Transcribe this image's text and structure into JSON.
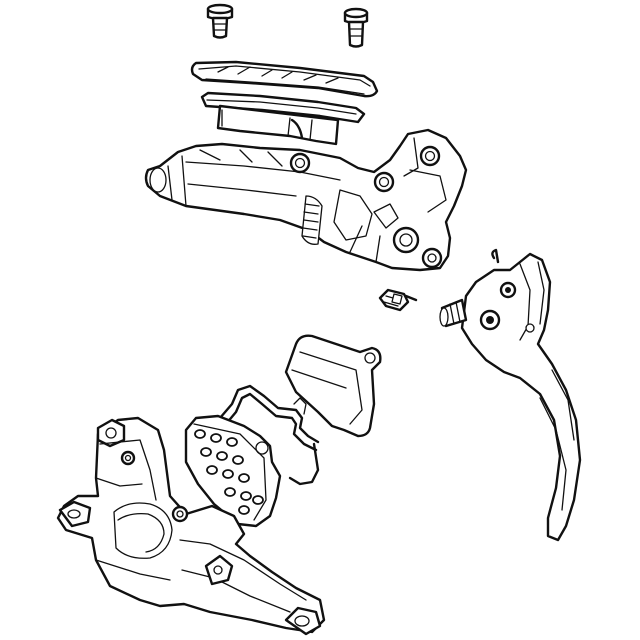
{
  "diagram": {
    "background": "#ffffff",
    "line_color": "#111111",
    "parts": [
      {
        "id": "lid-screw-left",
        "icon": "screw-icon"
      },
      {
        "id": "lid-screw-right",
        "icon": "screw-icon"
      },
      {
        "id": "reservoir-cap",
        "icon": "cap-icon"
      },
      {
        "id": "reservoir-diaphragm",
        "icon": "bladder-icon"
      },
      {
        "id": "lever-body",
        "icon": "master-cylinder-icon"
      },
      {
        "id": "pivot-screw",
        "icon": "screw-icon"
      },
      {
        "id": "brake-lever-blade",
        "icon": "lever-icon"
      },
      {
        "id": "brake-pad-rear",
        "icon": "brake-pad-icon"
      },
      {
        "id": "pad-spring",
        "icon": "spring-clip-icon"
      },
      {
        "id": "brake-pad-front",
        "icon": "brake-pad-icon"
      },
      {
        "id": "caliper-body",
        "icon": "caliper-icon"
      }
    ]
  }
}
